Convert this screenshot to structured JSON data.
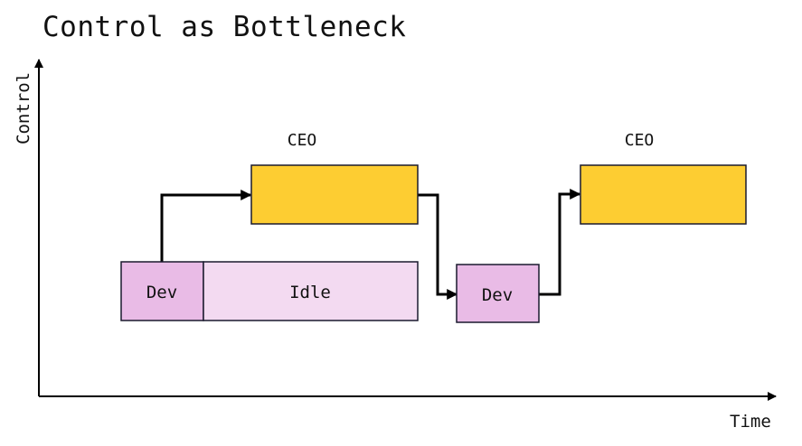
{
  "title": "Control as Bottleneck",
  "axes": {
    "y_label": "Control",
    "x_label": "Time"
  },
  "blocks": {
    "ceo_1": {
      "label": "CEO"
    },
    "ceo_2": {
      "label": "CEO"
    },
    "dev_1": {
      "label": "Dev"
    },
    "idle": {
      "label": "Idle"
    },
    "dev_2": {
      "label": "Dev"
    }
  },
  "colors": {
    "ceo": "#fdcd32",
    "dev": "#e9bbe6",
    "idle": "#f3daf1",
    "border": "#1a1a2e"
  }
}
